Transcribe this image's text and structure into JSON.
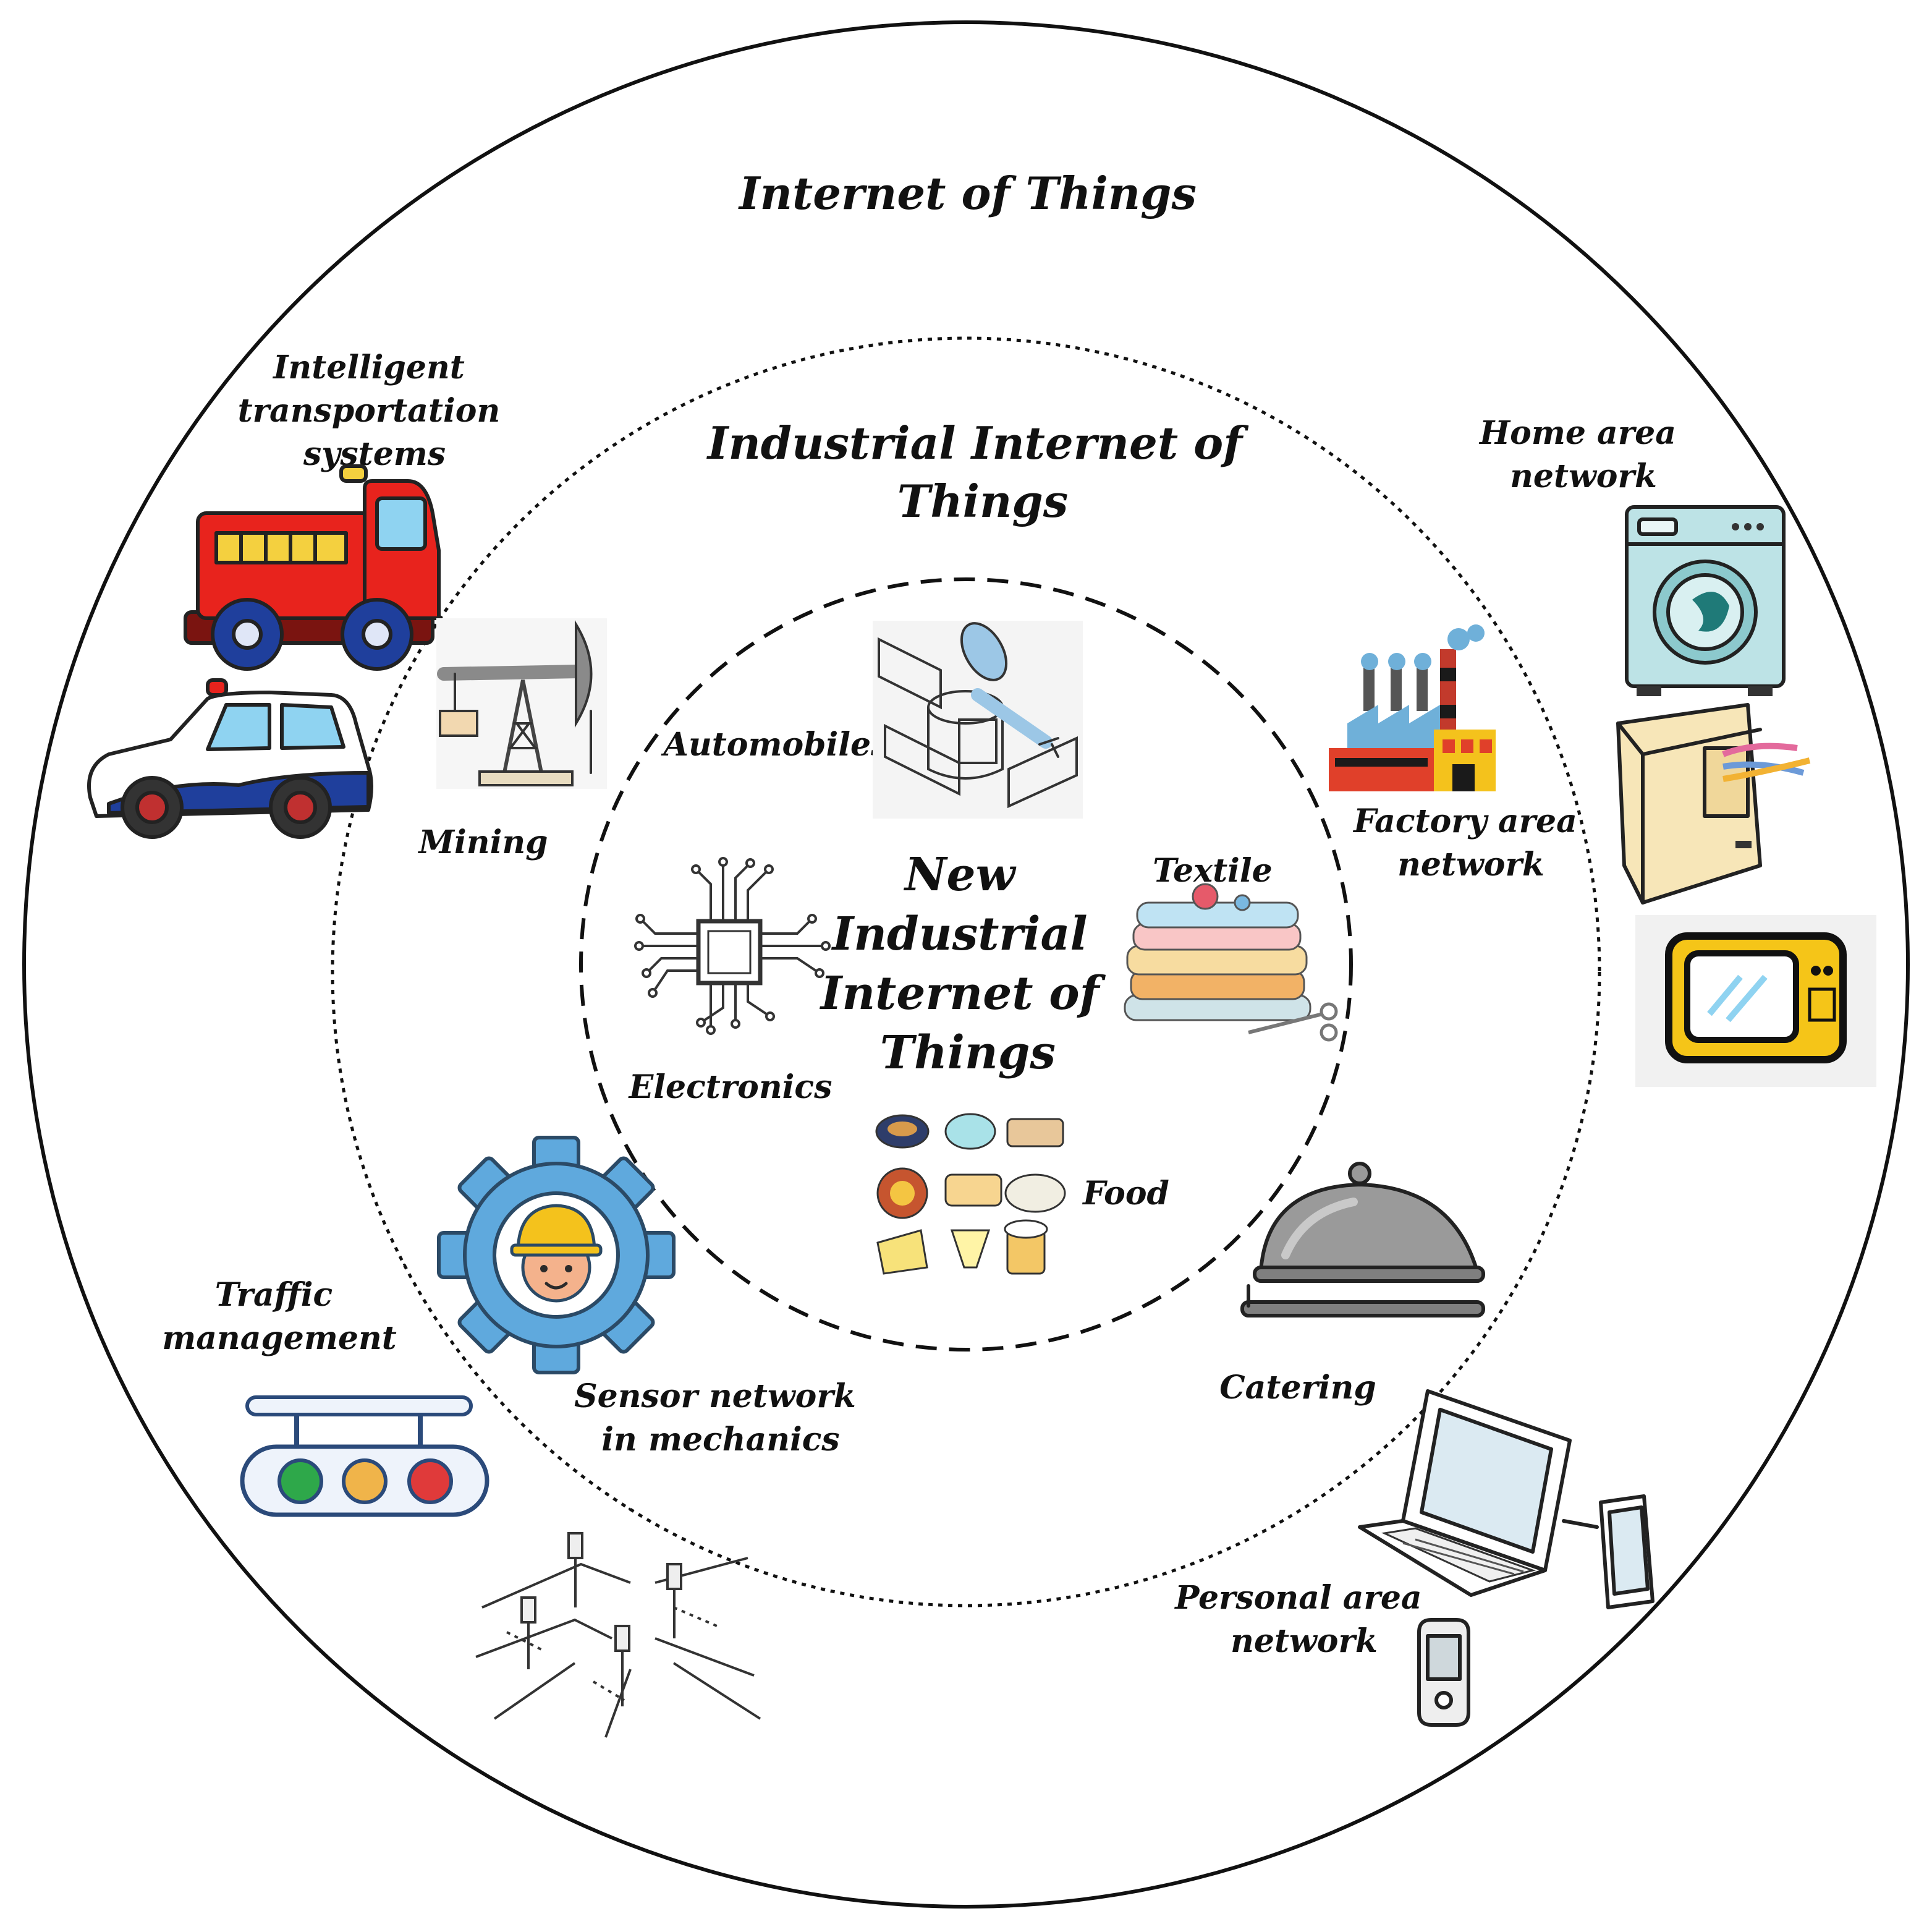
{
  "rings": {
    "outer": "Internet of Things",
    "middle": [
      "Industrial Internet of",
      "Things"
    ],
    "inner": [
      "New",
      "Industrial",
      "Internet of",
      "Things"
    ]
  },
  "labels": {
    "its": [
      "Intelligent",
      "transportation",
      "systems"
    ],
    "home": [
      "Home area",
      "network"
    ],
    "factory": [
      "Factory area",
      "network"
    ],
    "mining": "Mining",
    "automobiles": "Automobiles",
    "textile": "Textile",
    "electronics": "Electronics",
    "food": "Food",
    "catering": "Catering",
    "traffic": [
      "Traffic",
      "management"
    ],
    "sensor": [
      "Sensor network",
      "in mechanics"
    ],
    "personal": [
      "Personal area",
      "network"
    ]
  },
  "icons": [
    "fire-truck-icon",
    "police-car-icon",
    "pumpjack-icon",
    "robot-arm-icon",
    "circuit-chip-icon",
    "textile-stack-icon",
    "food-dishes-icon",
    "cloche-icon",
    "worker-gear-icon",
    "traffic-light-icon",
    "intersection-sketch-icon",
    "factory-icon",
    "washing-machine-icon",
    "fridge-icon",
    "tv-icon",
    "laptop-icon",
    "tablet-icon",
    "phone-icon"
  ],
  "colors": {
    "ring": "#111111",
    "truck": "#e8231d",
    "car_blue": "#1f3f9c",
    "gear": "#5fa9dd",
    "helmet": "#f4c21c",
    "tv": "#f5c518",
    "washer": "#bde3e6",
    "fridge": "#f7e6b8",
    "cloche": "#9a9a9a",
    "factory_red": "#e0402a",
    "factory_yellow": "#f4c21c"
  }
}
